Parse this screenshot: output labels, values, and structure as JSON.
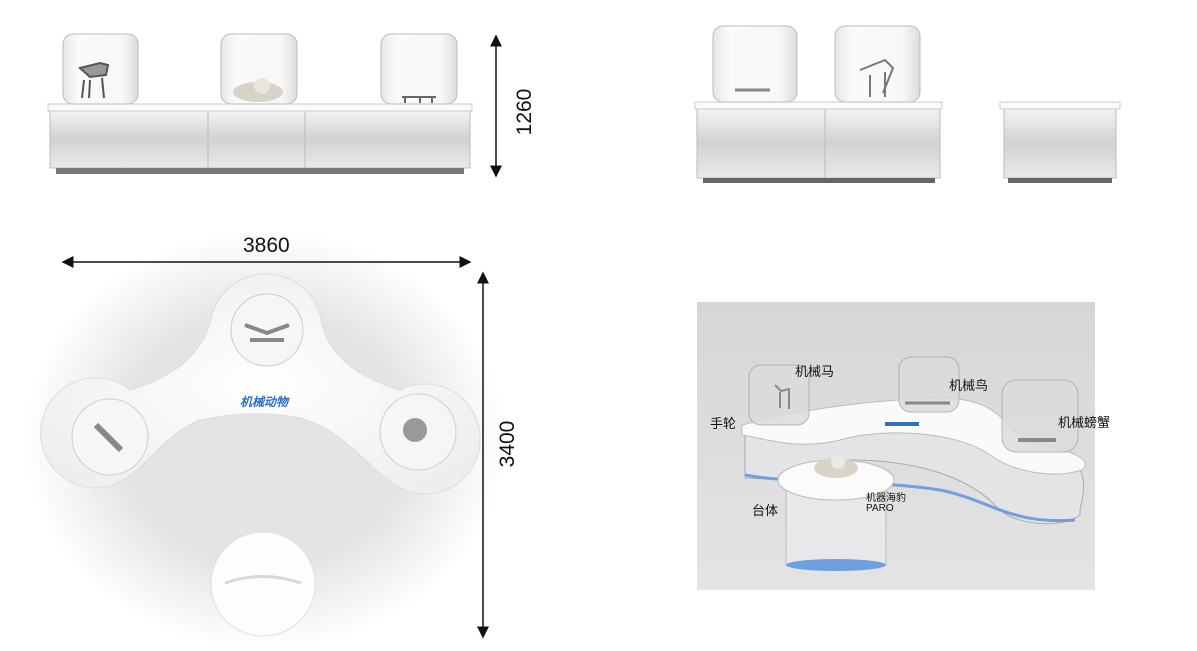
{
  "dimensions": {
    "height_front": "1260",
    "width_plan": "3860",
    "depth_plan": "3400"
  },
  "plan_logo_text": "机械动物",
  "render_labels": {
    "horse": "机械马",
    "bird": "机械鸟",
    "handwheel": "手轮",
    "crab": "机械螃蟹",
    "base": "台体",
    "seal": "机器海豹",
    "seal_sub": "PARO"
  },
  "colors": {
    "accent_blue": "#2f6fc4",
    "base_light": "#6f9fe0"
  }
}
